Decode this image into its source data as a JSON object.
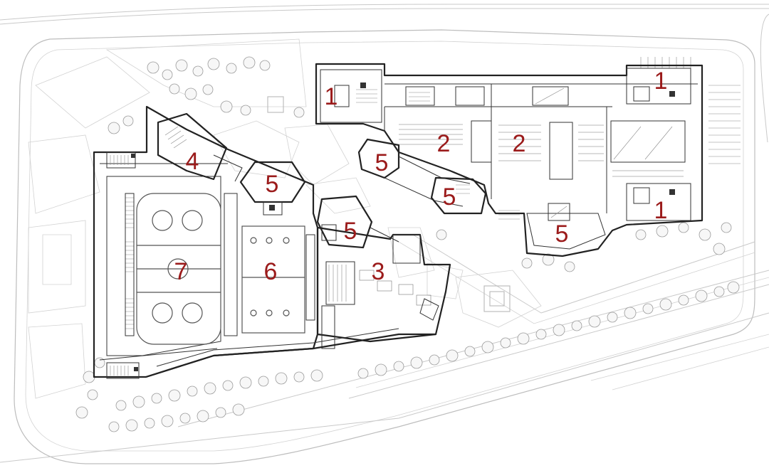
{
  "zones": [
    {
      "id": "zone-1-northwest",
      "label": "1"
    },
    {
      "id": "zone-1-northeast",
      "label": "1"
    },
    {
      "id": "zone-1-east",
      "label": "1"
    },
    {
      "id": "zone-2-west",
      "label": "2"
    },
    {
      "id": "zone-2-east",
      "label": "2"
    },
    {
      "id": "zone-3",
      "label": "3"
    },
    {
      "id": "zone-4",
      "label": "4"
    },
    {
      "id": "zone-5-hexagon",
      "label": "5"
    },
    {
      "id": "zone-5-upper",
      "label": "5"
    },
    {
      "id": "zone-5-middle",
      "label": "5"
    },
    {
      "id": "zone-5-lower-center",
      "label": "5"
    },
    {
      "id": "zone-5-southeast",
      "label": "5"
    },
    {
      "id": "zone-6",
      "label": "6"
    },
    {
      "id": "zone-7",
      "label": "7"
    }
  ],
  "colors": {
    "label": "#9b1b1b",
    "wall": "#222222",
    "site": "#bdbdbd",
    "background": "#ffffff"
  }
}
